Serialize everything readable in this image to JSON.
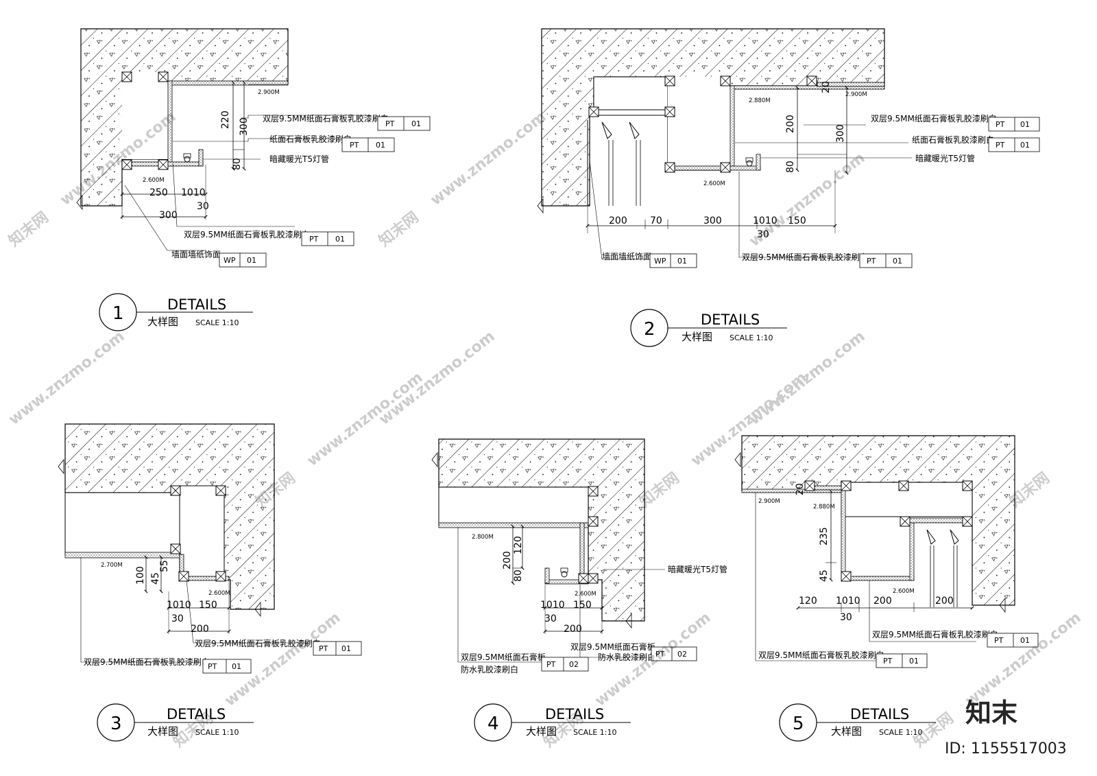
{
  "wall_labels": {
    "latex": "双层9.5MM纸面石膏板乳胶漆刷白",
    "single": "纸面石膏板乳胶漆刷白",
    "light": "暗藏暖光T5灯管",
    "wallpaper": "墙面墙纸饰面",
    "waterproof_a": "双层9.5MM纸面石膏板",
    "waterproof_b": "防水乳胶漆刷白"
  },
  "tags": {
    "pt": "PT",
    "wp": "WP",
    "n01": "01",
    "n02": "02"
  },
  "levels": {
    "l2900": "2.900M",
    "l2880": "2.880M",
    "l2800": "2.800M",
    "l2700": "2.700M",
    "l2600": "2.600M"
  },
  "dims": {
    "d20": "20",
    "d30": "30",
    "d45": "45",
    "d55": "55",
    "d70": "70",
    "d80": "80",
    "d100": "100",
    "d120": "120",
    "d150": "150",
    "d200": "200",
    "d220": "220",
    "d235": "235",
    "d250": "250",
    "d300": "300",
    "d1010": "1010"
  },
  "details": [
    {
      "number": "1",
      "title": "DETAILS",
      "subtitle": "大样图",
      "scale": "SCALE  1:10"
    },
    {
      "number": "2",
      "title": "DETAILS",
      "subtitle": "大样图",
      "scale": "SCALE  1:10"
    },
    {
      "number": "3",
      "title": "DETAILS",
      "subtitle": "大样图",
      "scale": "SCALE  1:10"
    },
    {
      "number": "4",
      "title": "DETAILS",
      "subtitle": "大样图",
      "scale": "SCALE  1:10"
    },
    {
      "number": "5",
      "title": "DETAILS",
      "subtitle": "大样图",
      "scale": "SCALE  1:10"
    }
  ],
  "watermark": {
    "site": "www.znzmo.com",
    "site_cn": "知末网",
    "brand": "知末",
    "id": "ID: 1155517003"
  }
}
